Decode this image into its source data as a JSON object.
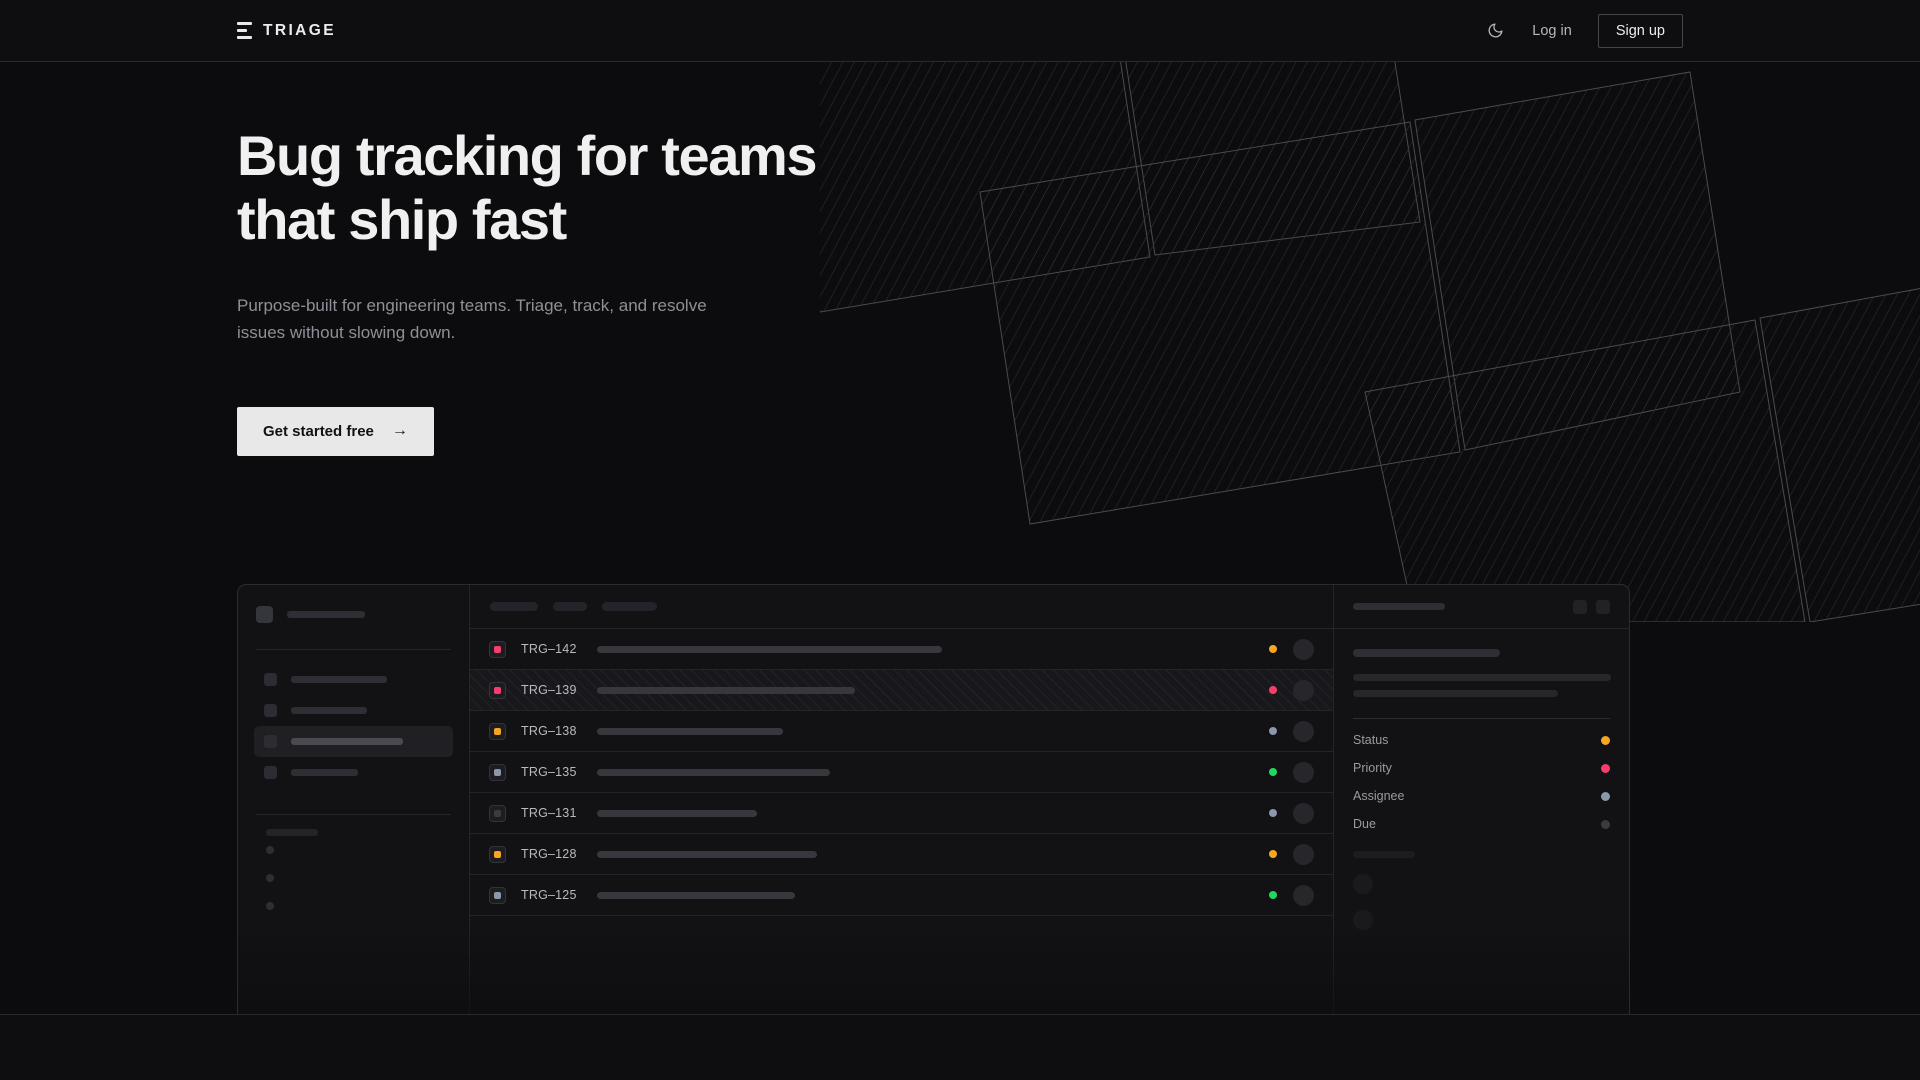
{
  "theme": {
    "bg": "#0c0c0e",
    "nav_bg": "#0e0e10",
    "panel_bg": "#121214",
    "border": "#2a2a2e",
    "text_primary": "#f0f0f1",
    "text_muted": "#8f8f97",
    "accent_light": "#e8e8e8",
    "pink": "#f43f6e",
    "amber": "#f5a623",
    "green": "#22d65f",
    "slate": "#8b97aa",
    "gray": "#3a3a40"
  },
  "navbar": {
    "brand_name": "TRIAGE",
    "brand_icon": "stacked-bars-icon",
    "theme_toggle_icon": "moon-icon",
    "login_label": "Log in",
    "signup_label": "Sign up"
  },
  "hero": {
    "headline_line1": "Bug tracking for teams",
    "headline_line2": "that ship fast",
    "subhead_line1": "Purpose-built for engineering teams. Triage, track, and",
    "subhead_line2": "resolve issues without slowing down.",
    "cta_label": "Get started free",
    "cta_arrow": "→"
  },
  "mockup": {
    "sidebar": {
      "nav_items": [
        {
          "width": 96,
          "active": false
        },
        {
          "width": 76,
          "active": false
        },
        {
          "width": 112,
          "active": true
        },
        {
          "width": 67,
          "active": false
        }
      ],
      "section_label_width": 68,
      "sub_items": 3
    },
    "toolbar": {
      "chips": [
        48,
        34,
        55
      ]
    },
    "issues": [
      {
        "id": "TRG–142",
        "priority_color": "#f43f6e",
        "status_color": "#f5a623",
        "title_width": 345,
        "selected": false
      },
      {
        "id": "TRG–139",
        "priority_color": "#f43f6e",
        "status_color": "#f43f6e",
        "title_width": 258,
        "selected": true
      },
      {
        "id": "TRG–138",
        "priority_color": "#f5a623",
        "status_color": "#8b97aa",
        "title_width": 186,
        "selected": false
      },
      {
        "id": "TRG–135",
        "priority_color": "#8b97aa",
        "status_color": "#22d65f",
        "title_width": 233,
        "selected": false
      },
      {
        "id": "TRG–131",
        "priority_color": "#3a3a40",
        "status_color": "#8b97aa",
        "title_width": 160,
        "selected": false
      },
      {
        "id": "TRG–128",
        "priority_color": "#f5a623",
        "status_color": "#f5a623",
        "title_width": 220,
        "selected": false
      },
      {
        "id": "TRG–125",
        "priority_color": "#8b97aa",
        "status_color": "#22d65f",
        "title_width": 198,
        "selected": false
      }
    ],
    "detail": {
      "header_title_width": 92,
      "header_buttons": [
        "archive-button",
        "more-options-button"
      ],
      "summary_width": 147,
      "body_line_widths": [
        258,
        205
      ],
      "meta": [
        {
          "label": "Status",
          "color": "#f5a623"
        },
        {
          "label": "Priority",
          "color": "#f43f6e"
        },
        {
          "label": "Assignee",
          "color": "#8b97aa"
        },
        {
          "label": "Due",
          "color": "#3a3a40"
        }
      ],
      "comments_label_width": 62,
      "comment_line_widths": [
        0,
        0
      ]
    }
  }
}
